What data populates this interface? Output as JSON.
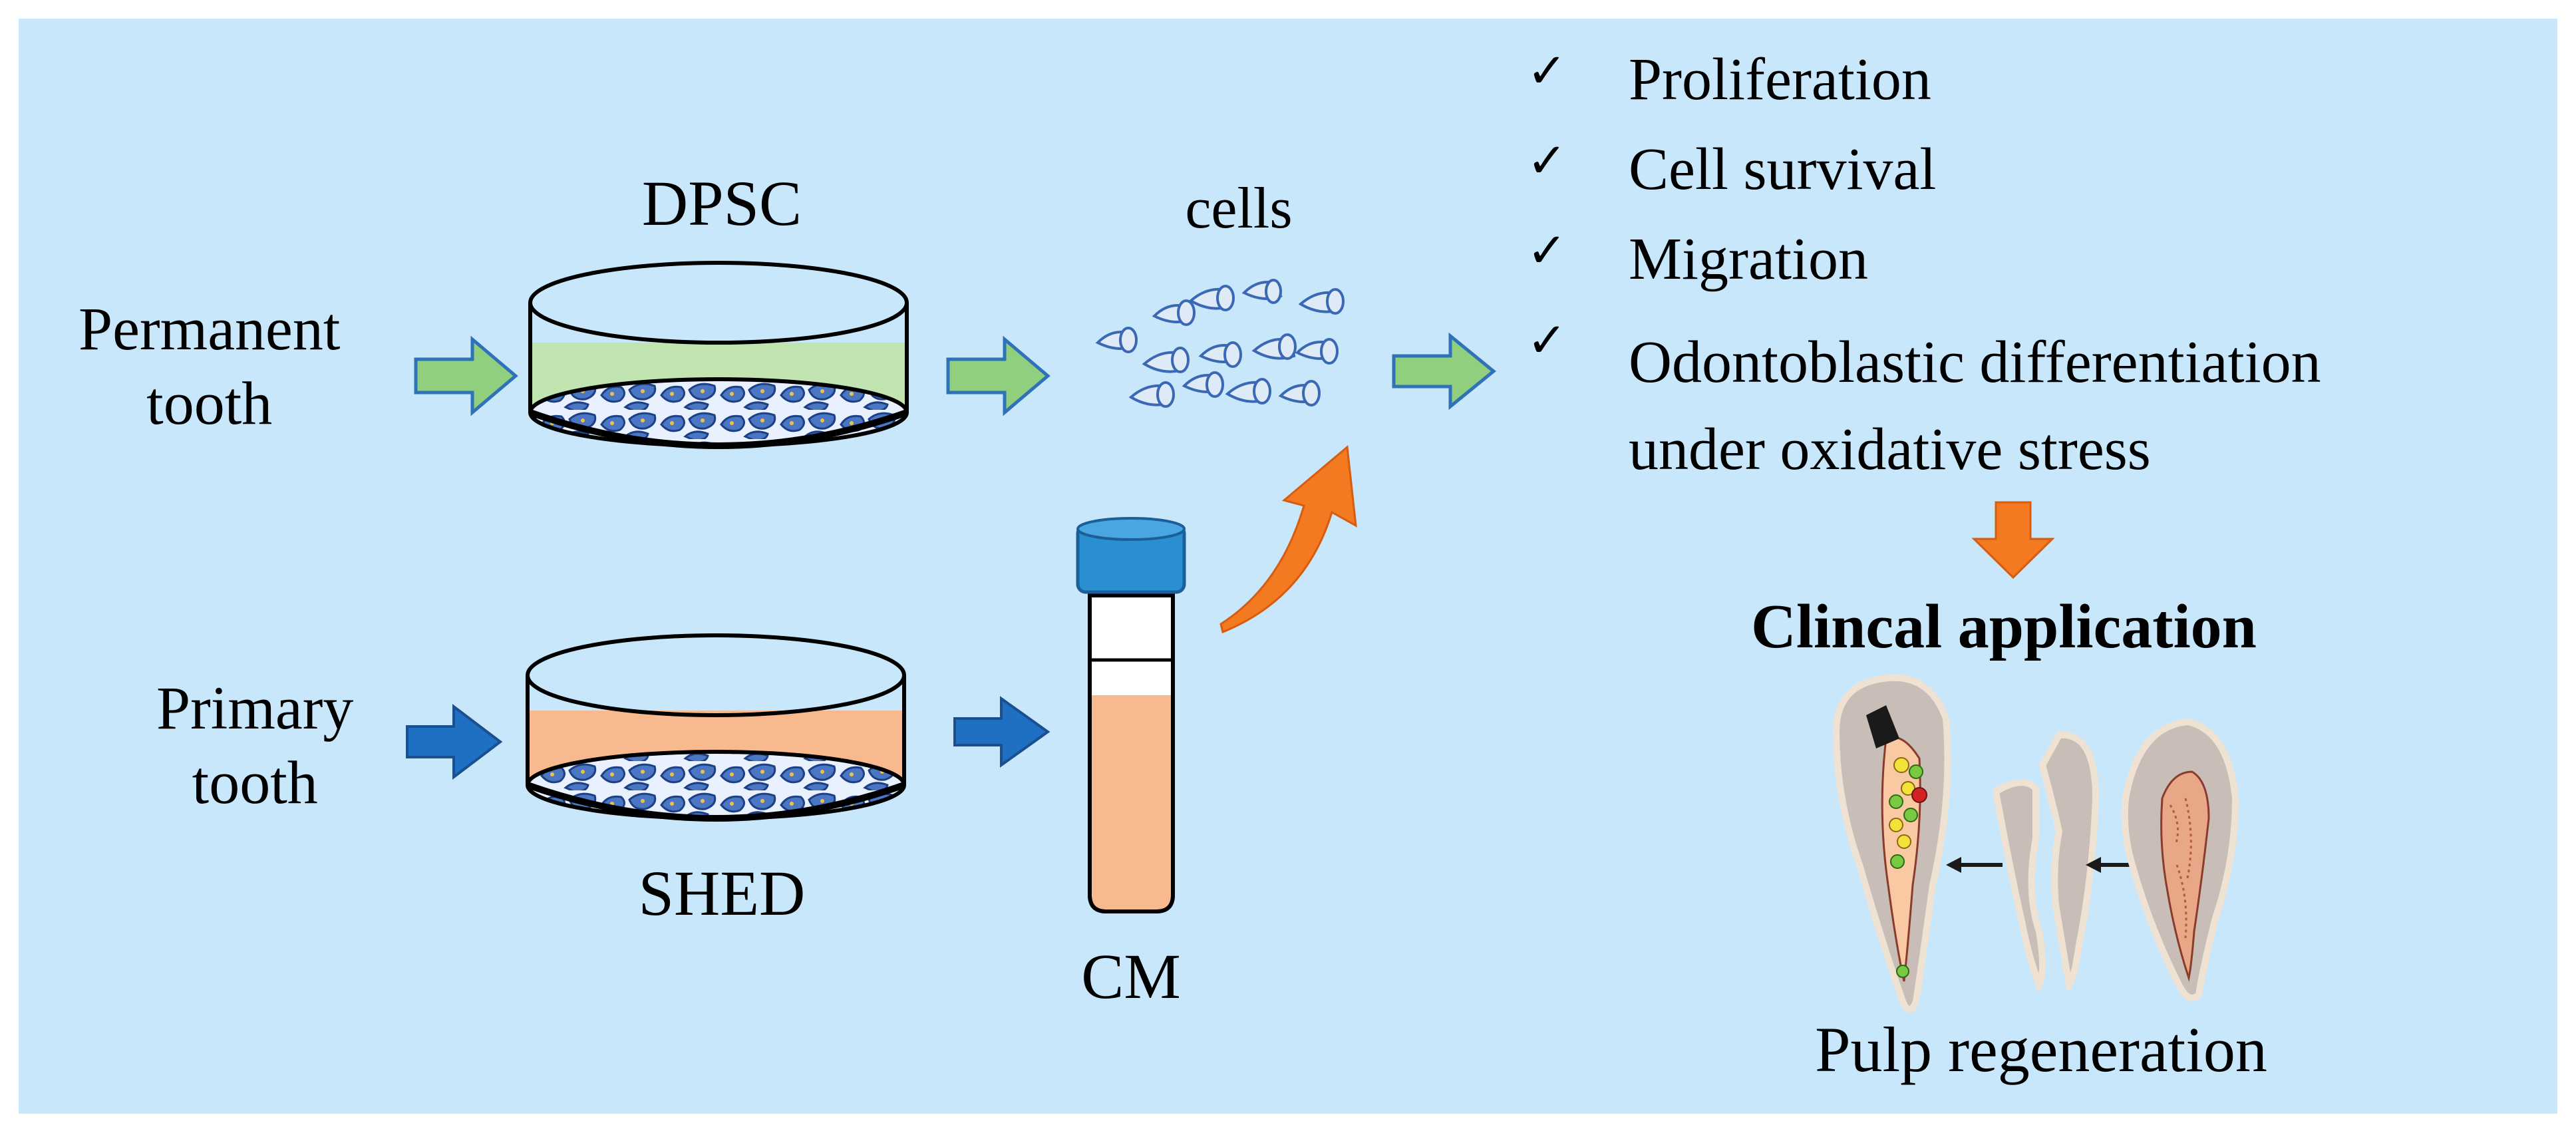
{
  "labels": {
    "permanent_tooth": "Permanent\ntooth",
    "primary_tooth": "Primary\ntooth",
    "dpsc": "DPSC",
    "shed": "SHED",
    "cells": "cells",
    "cm": "CM",
    "clinical_application": "Clincal application",
    "pulp_regeneration": "Pulp regeneration"
  },
  "outcomes": [
    {
      "mark": "✓",
      "text": "Proliferation"
    },
    {
      "mark": "✓",
      "text": "Cell survival"
    },
    {
      "mark": "✓",
      "text": "Migration"
    },
    {
      "mark": "✓",
      "text": "Odontoblastic differentiation\nunder oxidative stress"
    }
  ],
  "colors": {
    "background": "#c8e7fb",
    "dpsc_medium": "#c2e4b0",
    "shed_medium": "#f9b98e",
    "green_arrow": "#8fcf7e",
    "blue_arrow": "#1f6fc2",
    "orange_arrow": "#f47a22",
    "tube_cap": "#2a8fd1",
    "cells_blue": "#3b68b5"
  }
}
